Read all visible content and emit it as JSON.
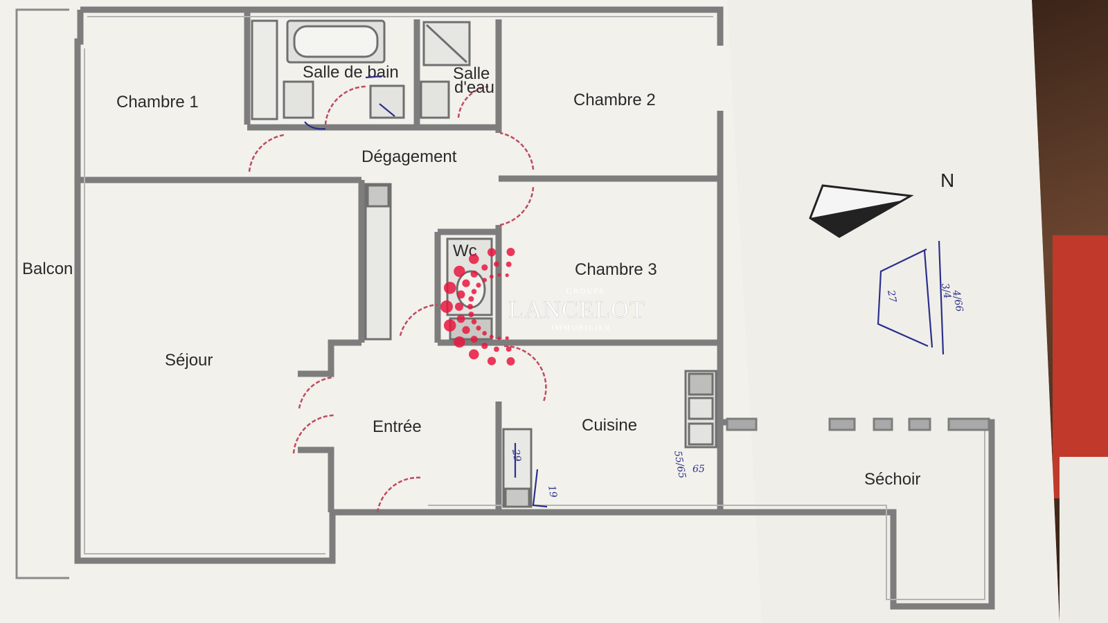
{
  "rooms": {
    "chambre1": "Chambre 1",
    "salle_de_bain": "Salle de bain",
    "salle_deau_line1": "Salle",
    "salle_deau_line2": "d'eau",
    "chambre2": "Chambre 2",
    "degagement": "Dégagement",
    "balcon": "Balcon",
    "wc": "Wc",
    "chambre3": "Chambre 3",
    "sejour": "Séjour",
    "entree": "Entrée",
    "cuisine": "Cuisine",
    "sechoir": "Séchoir"
  },
  "compass": {
    "north_label": "N"
  },
  "watermark": {
    "groupe": "GROUPE",
    "name": "LANCELOT",
    "sub": "IMMOBILIER",
    "dot_color": "#e8173f"
  },
  "handwritten": {
    "dim_1": "29",
    "dim_2": "19",
    "dim_3": "55/65",
    "dim_4": "65",
    "dim_5": "3/4",
    "dim_6": "4/66",
    "dim_7": "27"
  },
  "colors": {
    "wall": "#7d7d7d",
    "wall_inner": "#a9a9a9",
    "paper": "#f2f1ec",
    "door_arc": "#c0495e"
  }
}
